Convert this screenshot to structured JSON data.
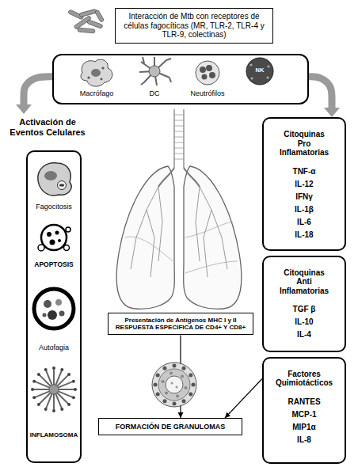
{
  "diagram": {
    "nodes": [
      {
        "text": [
          "Interacción de Mtb con receptores de células fagocíticas (MR, TLR-2, TLR-4 y TLR-9, colectinas)"
        ]
      },
      {
        "text": [
          "Macrófago",
          "DC",
          "Neutrófilos",
          "NK"
        ]
      },
      {
        "text": [
          "Activación de Eventos Celulares",
          "Fagocitosis",
          "APOPTOSIS",
          "Autofagia",
          "INFLAMOSOMA"
        ]
      },
      {
        "text": [
          "Citoquinas Pro Inflamatorias",
          "TNF-α",
          "IL-12",
          "IFNγ",
          "IL-1β",
          "IL-6",
          "IL-18"
        ]
      },
      {
        "text": [
          "Citoquinas Anti Inflamatorias",
          "TGF β",
          "IL-10",
          "IL-4"
        ]
      },
      {
        "text": [
          "Factores Quimiotácticos",
          "RANTES",
          "MCP-1",
          "MIP1α",
          "IL-8"
        ]
      },
      {
        "text": [
          "Presentación de Antígenos MHC I y II RESPUESTA ESPECIFICA DE CD4+ Y CD8+"
        ]
      },
      {
        "text": [
          "FORMACIÓN DE GRANULOMAS"
        ]
      }
    ],
    "edges": [
      {
        "from": 1,
        "to": 2,
        "arrow": "to"
      },
      {
        "from": 1,
        "to": 3,
        "arrow": "to"
      },
      {
        "from": 6,
        "to": 7,
        "arrow": "to"
      },
      {
        "from": 5,
        "to": 7,
        "arrow": "to"
      }
    ]
  }
}
